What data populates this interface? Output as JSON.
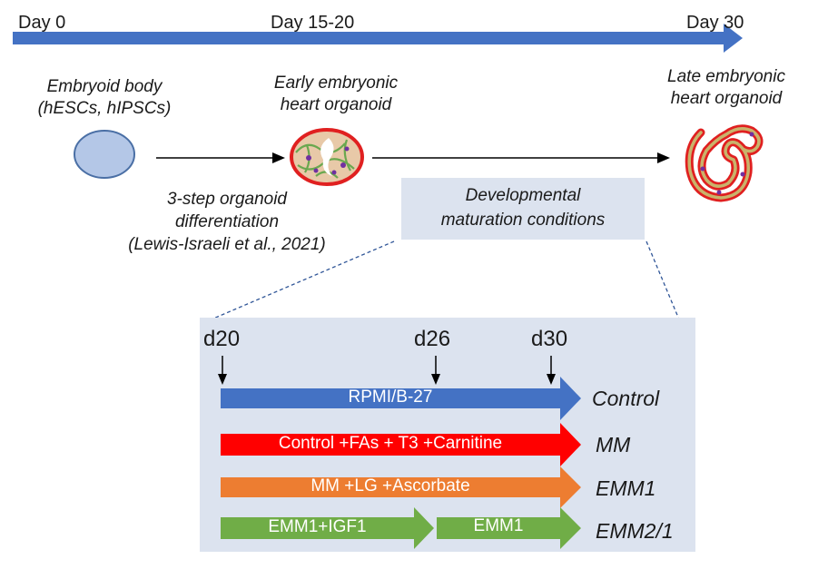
{
  "timeline": {
    "day_start": "Day 0",
    "day_mid": "Day 15-20",
    "day_end": "Day 30",
    "color": "#4472c4"
  },
  "stages": {
    "embryoid_line1": "Embryoid body",
    "embryoid_line2": "(hESCs, hIPSCs)",
    "early_line1": "Early embryonic",
    "early_line2": "heart organoid",
    "late_line1": "Late embryonic",
    "late_line2": "heart organoid"
  },
  "differentiation": {
    "line1": "3-step organoid",
    "line2": "differentiation",
    "line3": "(Lewis-Israeli et al., 2021)"
  },
  "maturation_box": {
    "line1": "Developmental",
    "line2": "maturation conditions"
  },
  "detail": {
    "day_markers": [
      "d20",
      "d26",
      "d30"
    ],
    "conditions": [
      {
        "bar_label": "RPMI/B-27",
        "name": "Control",
        "color": "#4472c4"
      },
      {
        "bar_label": "Control +FAs + T3 +Carnitine",
        "name": "MM",
        "color": "#ff0000"
      },
      {
        "bar_label": "MM +LG +Ascorbate",
        "name": "EMM1",
        "color": "#ed7d31"
      },
      {
        "bar_label": "EMM1+IGF1",
        "bar_label_2": "EMM1",
        "name": "EMM2/1",
        "color": "#70ad47"
      }
    ]
  },
  "colors": {
    "panel_bg": "#dce3ef",
    "embryoid_fill": "#b4c7e7",
    "organoid_red": "#e02020",
    "organoid_green": "#6aa84f"
  },
  "icons": [
    "embryoid-body-icon",
    "early-organoid-icon",
    "late-organoid-icon"
  ]
}
